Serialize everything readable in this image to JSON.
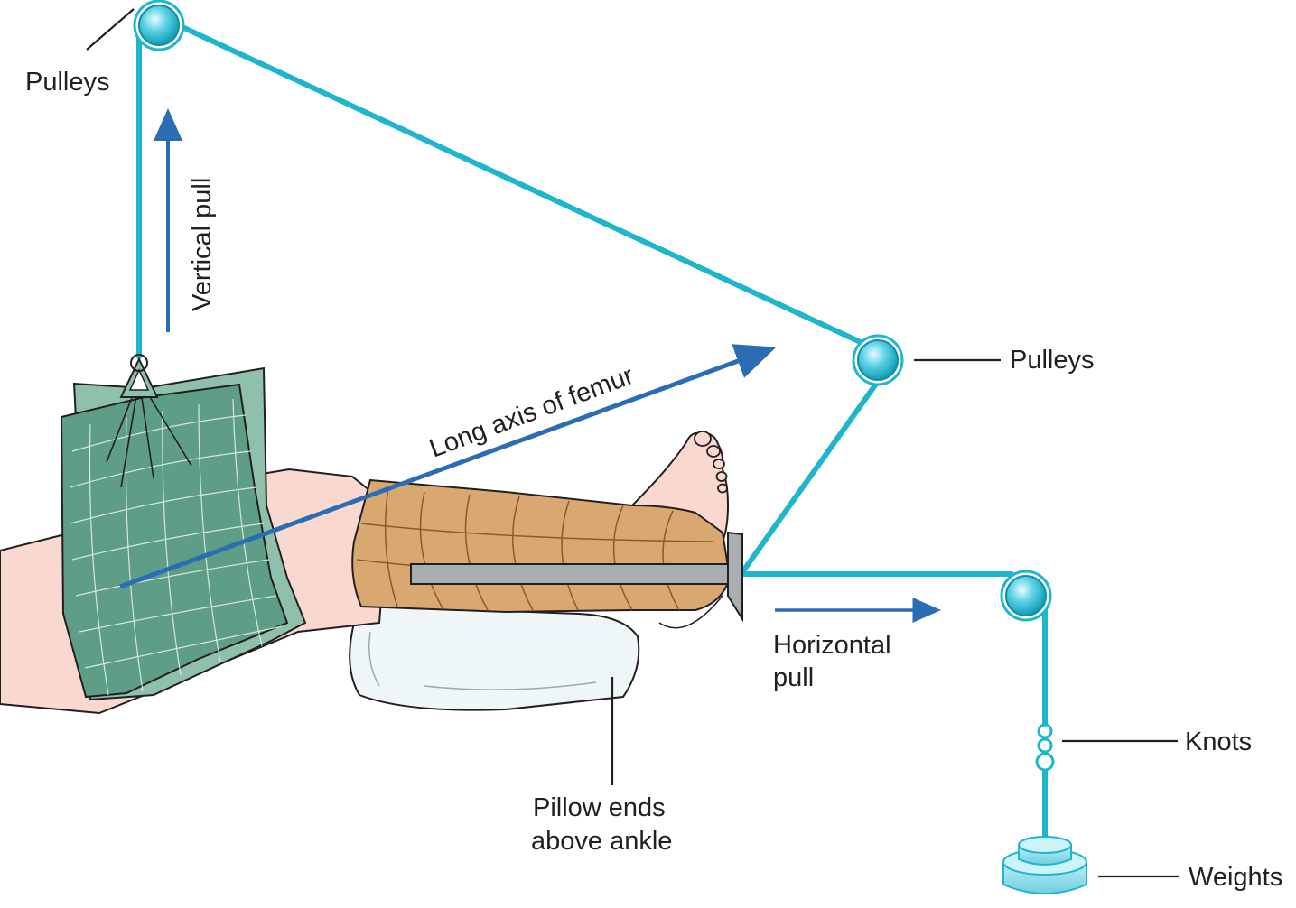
{
  "labels": {
    "pulleys_top": "Pulleys",
    "pulleys_right": "Pulleys",
    "vertical_pull": "Vertical pull",
    "long_axis": "Long axis of femur",
    "horizontal_pull_line1": "Horizontal",
    "horizontal_pull_line2": "pull",
    "pillow_line1": "Pillow ends",
    "pillow_line2": "above ankle",
    "knots": "Knots",
    "weights": "Weights"
  },
  "colors": {
    "rope": "#1fb5cc",
    "arrow": "#2a6db5",
    "sling": "#5f9e86",
    "bandage": "#d9a870",
    "skin": "#f9d9cf",
    "pillow": "#eef6f7",
    "rod": "#a9aeb1"
  }
}
